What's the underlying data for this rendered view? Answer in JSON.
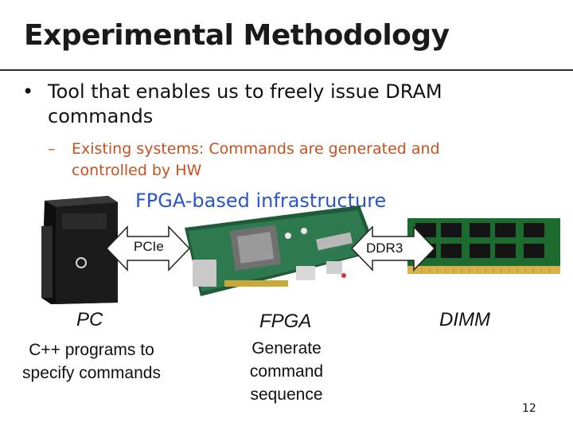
{
  "title": "Experimental Methodology",
  "bullet": {
    "marker": "•",
    "text": "Tool that enables us to freely issue DRAM commands"
  },
  "sub_bullet": {
    "marker": "–",
    "text": "Existing systems: Commands are generated and controlled by HW"
  },
  "infrastructure_caption": "FPGA-based infrastructure",
  "arrows": {
    "left": "PCIe",
    "right": "DDR3"
  },
  "components": [
    {
      "name": "PC",
      "description": "C++ programs to specify commands"
    },
    {
      "name": "FPGA",
      "description": "Generate command sequence"
    },
    {
      "name": "DIMM",
      "description": ""
    }
  ],
  "page_number": "12",
  "colors": {
    "sub_bullet": "#c8501e",
    "caption": "#2a55c8"
  }
}
